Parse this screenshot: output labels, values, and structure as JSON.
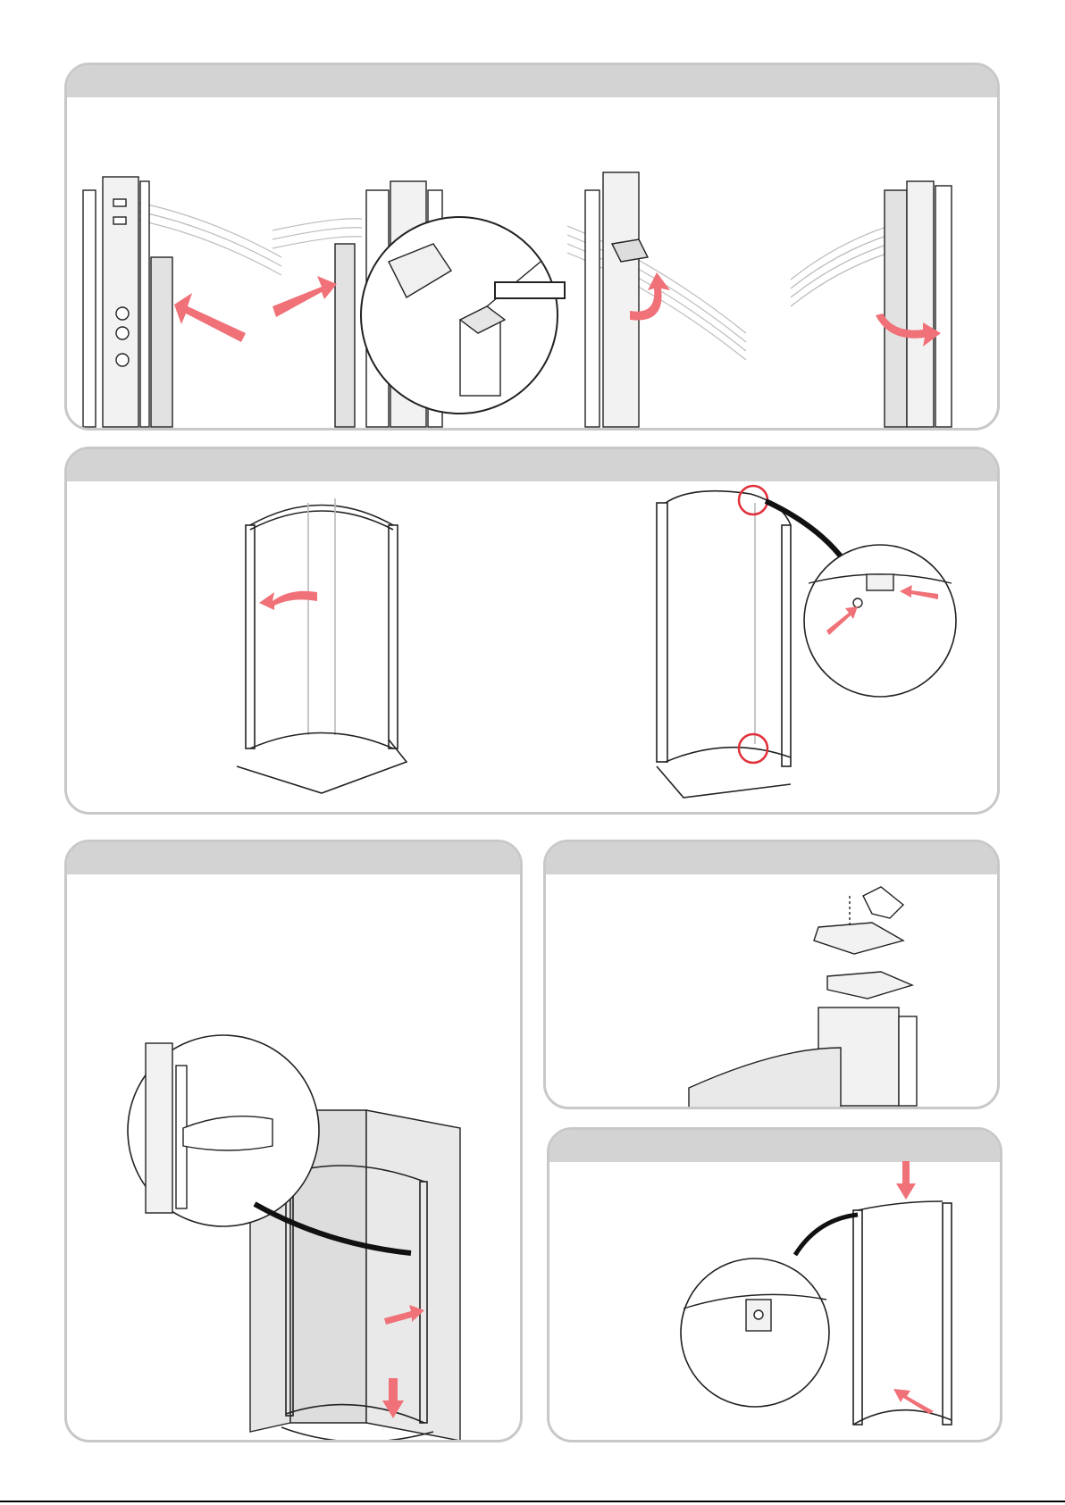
{
  "page": {
    "sheet_label": ""
  },
  "panels": [
    {
      "id": "step-a",
      "header": ""
    },
    {
      "id": "step-b",
      "header": ""
    },
    {
      "id": "step-c",
      "header": ""
    },
    {
      "id": "step-d",
      "header": ""
    },
    {
      "id": "step-e",
      "header": ""
    }
  ],
  "callout": {
    "label": ""
  },
  "colors": {
    "arrow": "#f07178",
    "highlight_circle": "#e0303a",
    "panel_header": "#d3d3d3",
    "panel_border": "#c8c8c8",
    "line": "#222222"
  }
}
